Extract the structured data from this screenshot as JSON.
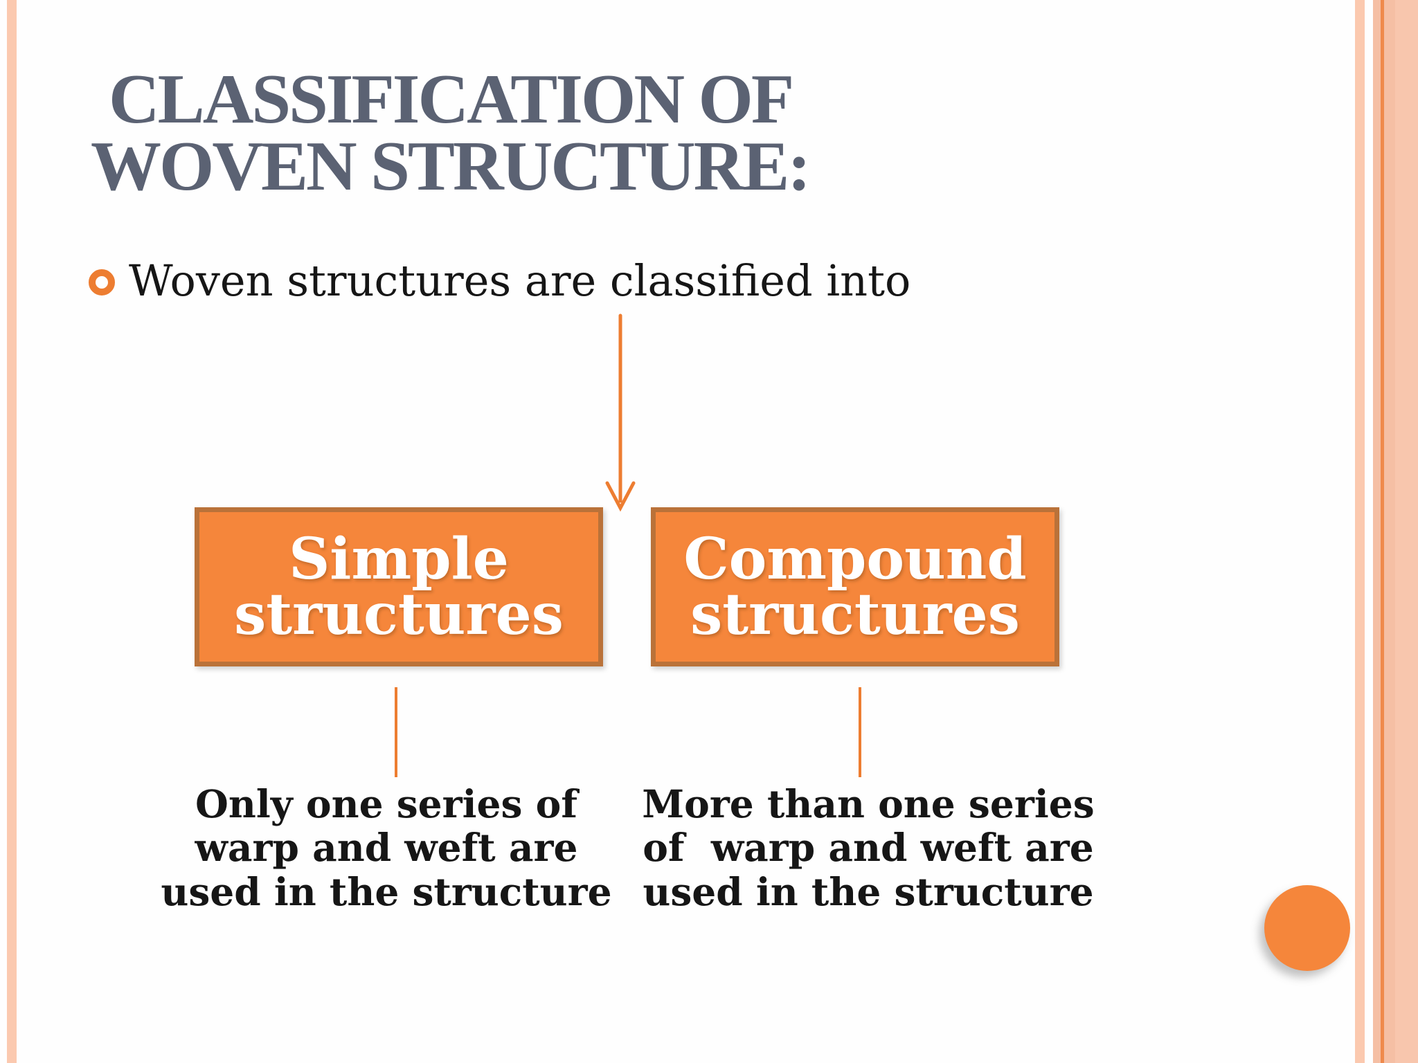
{
  "slide": {
    "title": "CLASSIFICATION OF WOVEN STRUCTURE:",
    "bullet_text": "Woven structures are classified into"
  },
  "diagram": {
    "boxes": [
      {
        "label": "Simple\nstructures",
        "description": "Only one series of\nwarp and weft are\nused in the structure"
      },
      {
        "label": "Compound\nstructures",
        "description": "More than one series\nof  warp and weft are\nused in the structure"
      }
    ],
    "icons": {
      "bullet": "ring-bullet-icon",
      "arrow": "down-arrow-icon"
    }
  },
  "theme": {
    "accent": "#ED7D31",
    "box-fill": "#F5863B",
    "box-border": "#BA7239",
    "title-color": "#5B6273",
    "text-color": "#161616",
    "stripe-peach": "#FBC9AF",
    "stripe-base": "#F5BFA4",
    "stripe-line": "#EF8A4C",
    "stripe-light": "#F8C6AD",
    "bg": "#FEFEFE"
  }
}
